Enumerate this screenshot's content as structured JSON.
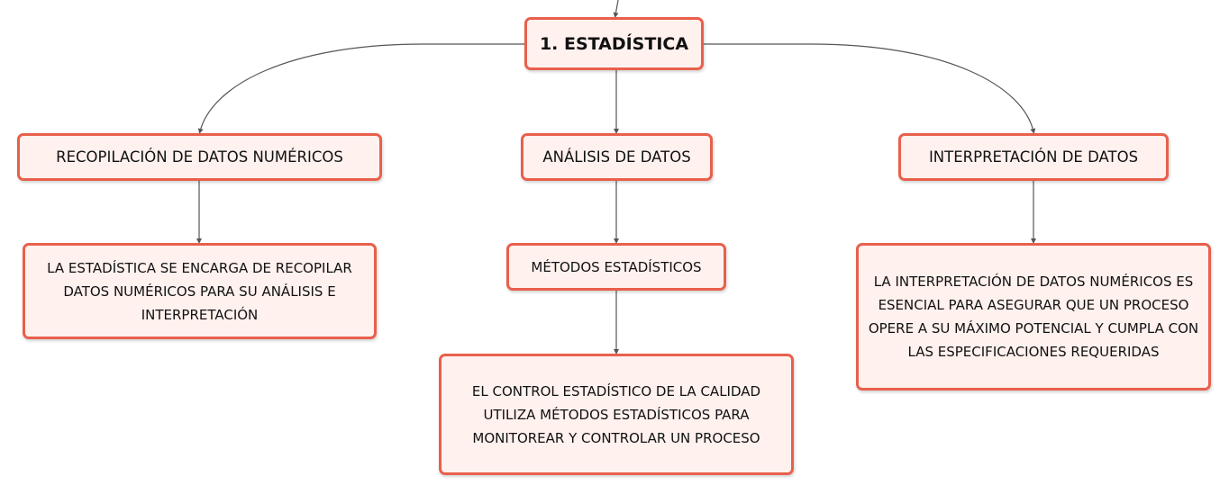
{
  "diagram": {
    "root": {
      "label": "1. ESTADÍSTICA"
    },
    "branches": [
      {
        "label": "RECOPILACIÓN DE DATOS NUMÉRICOS",
        "detail": "LA ESTADÍSTICA SE ENCARGA DE RECOPILAR DATOS NUMÉRICOS PARA SU ANÁLISIS E INTERPRETACIÓN"
      },
      {
        "label": "ANÁLISIS DE DATOS",
        "child": {
          "label": "MÉTODOS ESTADÍSTICOS",
          "detail": "EL CONTROL ESTADÍSTICO DE LA CALIDAD UTILIZA MÉTODOS ESTADÍSTICOS PARA MONITOREAR Y CONTROLAR UN PROCESO"
        }
      },
      {
        "label": "INTERPRETACIÓN DE DATOS",
        "detail": "LA INTERPRETACIÓN DE DATOS NUMÉRICOS ES ESENCIAL PARA ASEGURAR QUE UN PROCESO OPERE A SU MÁXIMO POTENCIAL Y CUMPLA CON LAS ESPECIFICACIONES REQUERIDAS"
      }
    ]
  },
  "colors": {
    "node_border": "#e8604c",
    "node_fill": "#fff1ee",
    "connector": "#555555",
    "text": "#111111"
  }
}
